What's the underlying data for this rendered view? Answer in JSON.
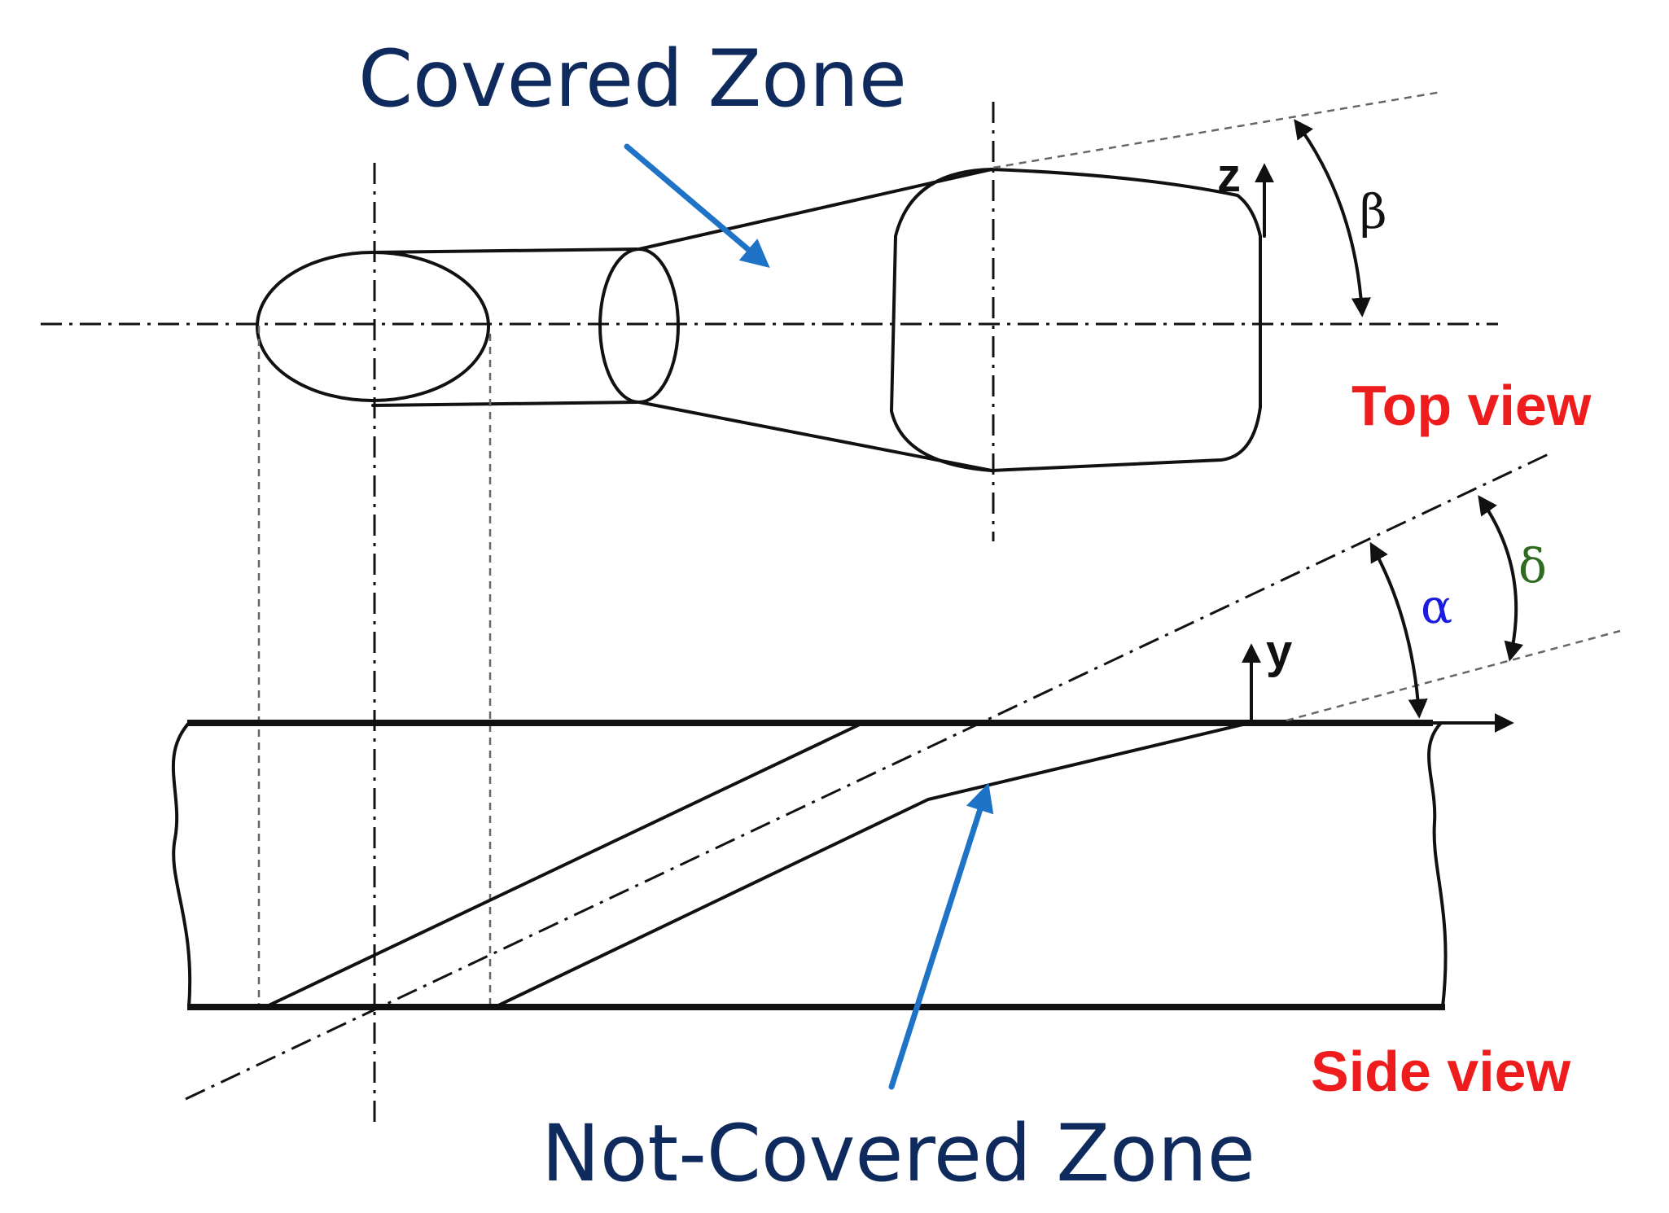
{
  "labels": {
    "covered_zone": "Covered Zone",
    "not_covered_zone": "Not-Covered Zone",
    "top_view": "Top view",
    "side_view": "Side view"
  },
  "axes": {
    "z": "z",
    "y": "y"
  },
  "angles": {
    "beta": "β",
    "alpha": "α",
    "delta": "δ"
  },
  "colors": {
    "zone_text": "#0f2a5c",
    "view_text": "#ee1c1c",
    "arrow": "#1f73c7",
    "alpha": "#1a1ae0",
    "delta": "#2e6b1e",
    "line": "#111111"
  }
}
